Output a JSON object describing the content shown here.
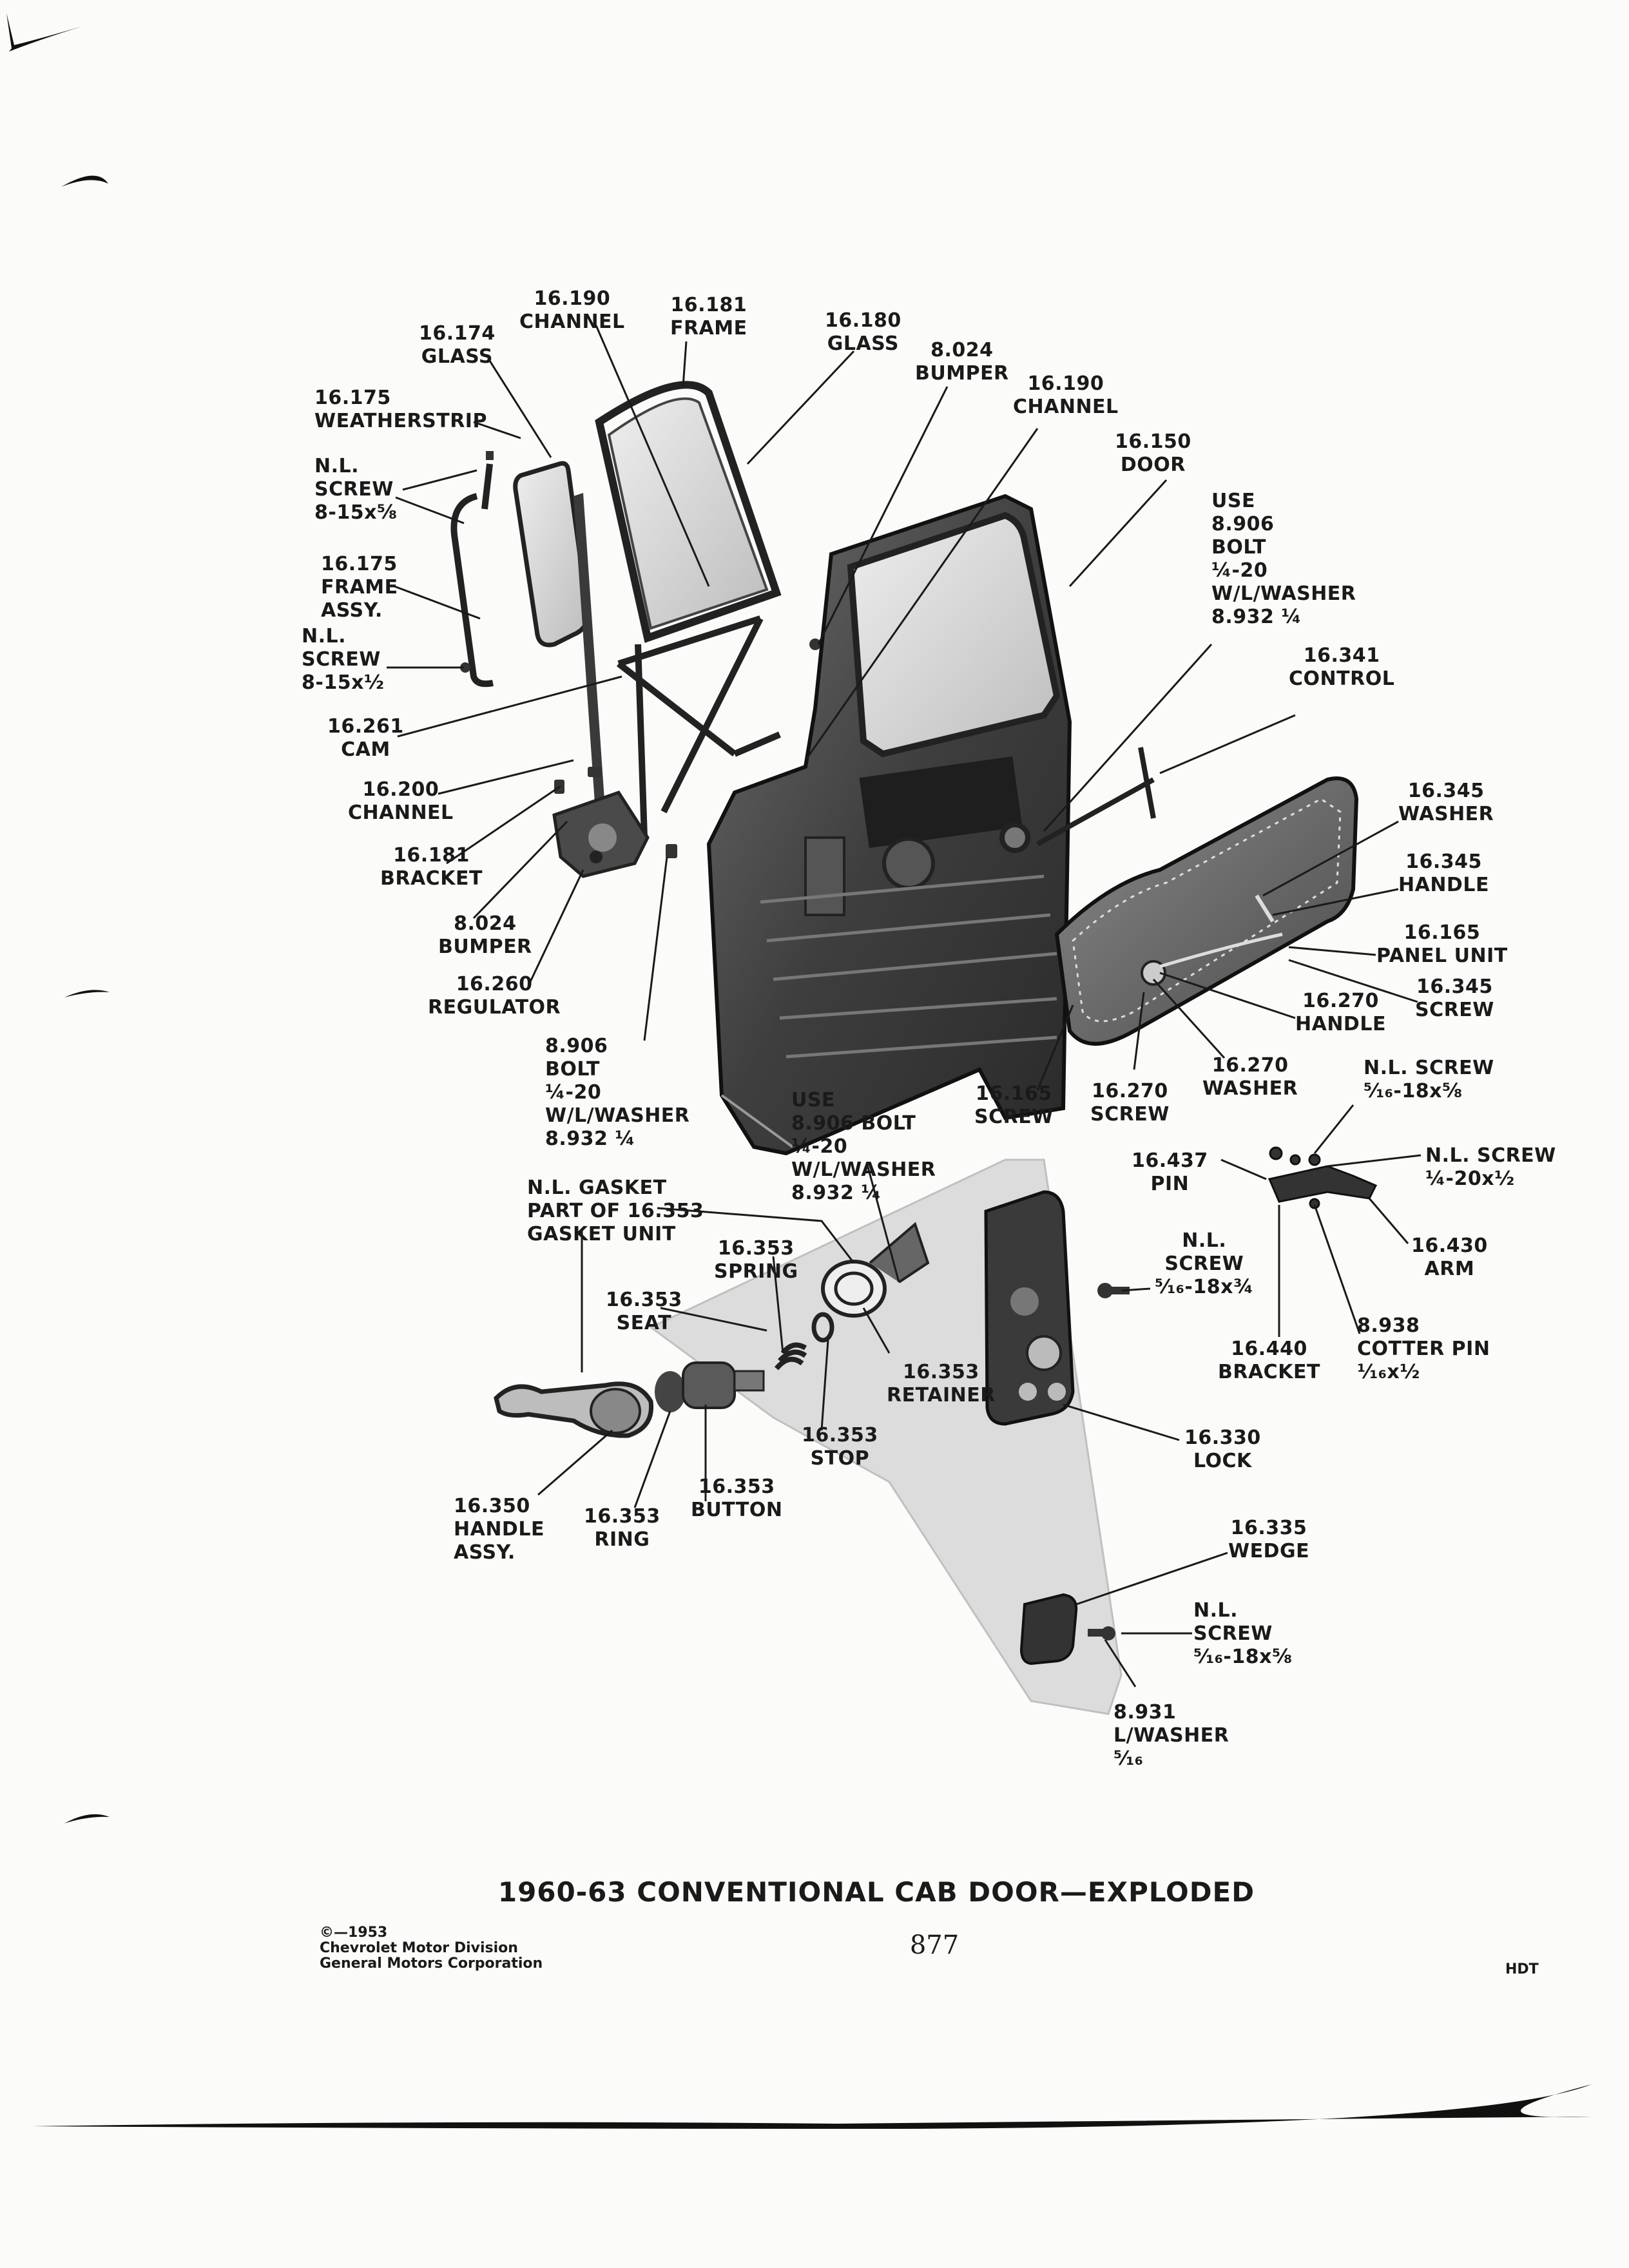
{
  "title": "1960-63 CONVENTIONAL CAB DOOR—EXPLODED",
  "page_number": "877",
  "corner_code": "HDT",
  "copyright": [
    "©—1953",
    "Chevrolet Motor Division",
    "General Motors Corporation"
  ],
  "labels": {
    "glass_16174": [
      "16.174",
      "GLASS"
    ],
    "channel_16190a": [
      "16.190",
      "CHANNEL"
    ],
    "frame_16181": [
      "16.181",
      "FRAME"
    ],
    "glass_16180": [
      "16.180",
      "GLASS"
    ],
    "bumper_8024a": [
      "8.024",
      "BUMPER"
    ],
    "channel_16190b": [
      "16.190",
      "CHANNEL"
    ],
    "door_16150": [
      "16.150",
      "DOOR"
    ],
    "weatherstrip_16175": [
      "16.175",
      "WEATHERSTRIP"
    ],
    "screw_nl_a": [
      "N.L.",
      "SCREW",
      "8-15x⅝"
    ],
    "frame_assy_16175": [
      "16.175",
      "FRAME",
      "ASSY."
    ],
    "screw_nl_b": [
      "N.L.",
      "SCREW",
      "8-15x½"
    ],
    "use_bolt_a": [
      "USE",
      "8.906",
      "BOLT",
      "¼-20",
      "W/L/WASHER",
      "8.932 ¼"
    ],
    "control_16341": [
      "16.341",
      "CONTROL"
    ],
    "cam_16261": [
      "16.261",
      "CAM"
    ],
    "channel_16200": [
      "16.200",
      "CHANNEL"
    ],
    "bracket_16181": [
      "16.181",
      "BRACKET"
    ],
    "bumper_8024b": [
      "8.024",
      "BUMPER"
    ],
    "regulator_16260": [
      "16.260",
      "REGULATOR"
    ],
    "washer_16345": [
      "16.345",
      "WASHER"
    ],
    "handle_16345": [
      "16.345",
      "HANDLE"
    ],
    "panel_unit_16165": [
      "16.165",
      "PANEL  UNIT"
    ],
    "screw_16345": [
      "16.345",
      "SCREW"
    ],
    "handle_16270": [
      "16.270",
      "HANDLE"
    ],
    "washer_16270": [
      "16.270",
      "WASHER"
    ],
    "screw_16270": [
      "16.270",
      "SCREW"
    ],
    "screw_16165": [
      "16.165",
      "SCREW"
    ],
    "bolt_8906": [
      "8.906",
      "BOLT",
      "¼-20",
      "W/L/WASHER",
      "8.932 ¼"
    ],
    "use_bolt_b": [
      "USE",
      "8.906 BOLT",
      "¼-20",
      "W/L/WASHER",
      "8.932 ¼"
    ],
    "screw_nl_c": [
      "N.L. SCREW",
      "⁵⁄₁₆-18x⅝"
    ],
    "pin_16437": [
      "16.437",
      "PIN"
    ],
    "screw_nl_d": [
      "N.L. SCREW",
      "¼-20x½"
    ],
    "gasket_nl": [
      "N.L. GASKET",
      "PART OF 16.353",
      "GASKET UNIT"
    ],
    "spring_16353": [
      "16.353",
      "SPRING"
    ],
    "seat_16353": [
      "16.353",
      "SEAT"
    ],
    "screw_nl_e": [
      "N.L.",
      "SCREW",
      "⁵⁄₁₆-18x¾"
    ],
    "arm_16430": [
      "16.430",
      "ARM"
    ],
    "cotter_8938": [
      "8.938",
      "COTTER PIN",
      "¹⁄₁₆x½"
    ],
    "bracket_16440": [
      "16.440",
      "BRACKET"
    ],
    "retainer_16353": [
      "16.353",
      "RETAINER"
    ],
    "stop_16353": [
      "16.353",
      "STOP"
    ],
    "lock_16330": [
      "16.330",
      "LOCK"
    ],
    "handle_assy_16350": [
      "16.350",
      "HANDLE",
      "ASSY."
    ],
    "ring_16353": [
      "16.353",
      "RING"
    ],
    "button_16353": [
      "16.353",
      "BUTTON"
    ],
    "wedge_16335": [
      "16.335",
      "WEDGE"
    ],
    "screw_nl_f": [
      "N.L.",
      "SCREW",
      "⁵⁄₁₆-18x⅝"
    ],
    "lwasher_8931": [
      "8.931",
      "L/WASHER",
      "⁵⁄₁₆"
    ]
  }
}
